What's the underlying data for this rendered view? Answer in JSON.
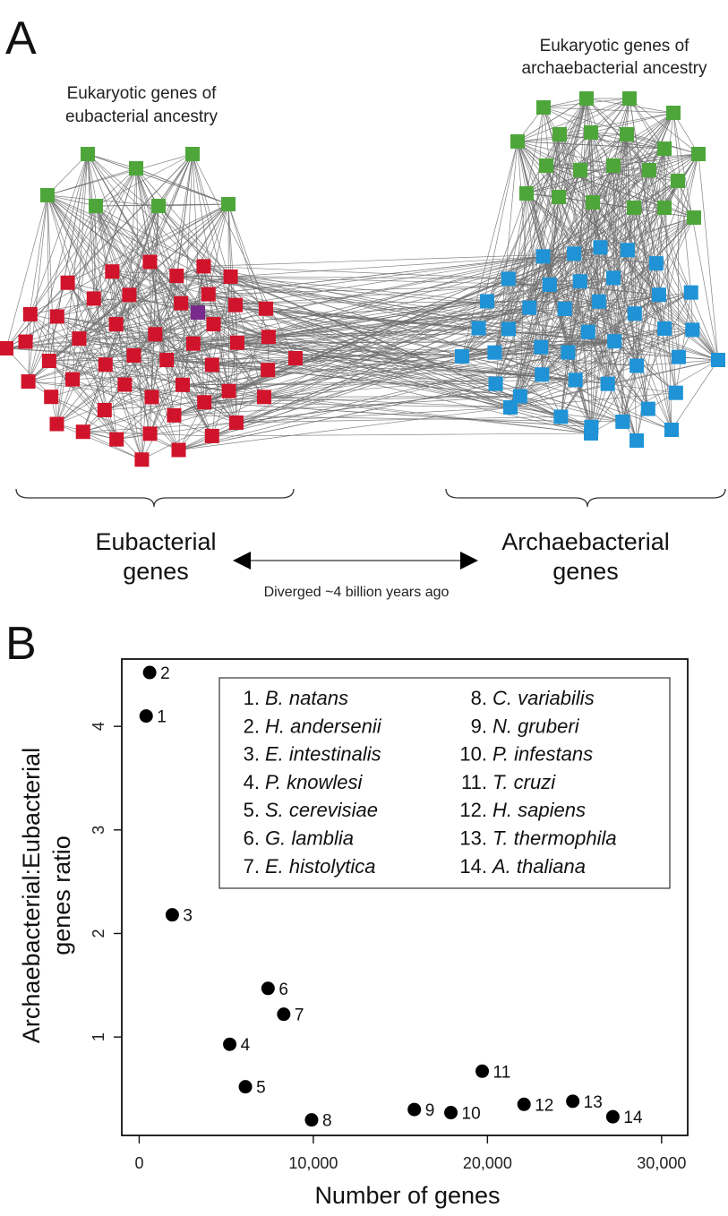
{
  "colors": {
    "edge": "#6e6e6e",
    "eubacterial_node": "#d0142b",
    "eubacterial_euk_node": "#4ea63a",
    "archaeal_node": "#1f93d6",
    "archaeal_euk_node": "#4ea63a",
    "special_node": "#7a2a8c",
    "point": "#000000"
  },
  "panel_a": {
    "letter": "A",
    "left_cluster_title": [
      "Eukaryotic genes of",
      "eubacterial ancestry"
    ],
    "right_cluster_title": [
      "Eukaryotic genes of",
      "archaebacterial ancestry"
    ],
    "left_group_label": [
      "Eubacterial",
      "genes"
    ],
    "right_group_label": [
      "Archaebacterial",
      "genes"
    ],
    "arrow_caption": "Diverged ~4 billion years ago"
  },
  "panel_b": {
    "letter": "B"
  },
  "chart_data": {
    "type": "scatter",
    "title": "",
    "xlabel": "Number of genes",
    "ylabel": "Archaebacterial:Eubacterial genes ratio",
    "ylabel_lines": [
      "Archaebacterial:Eubacterial",
      "genes ratio"
    ],
    "xlim": [
      -1000,
      31500
    ],
    "ylim": [
      0.05,
      4.65
    ],
    "xticks": [
      0,
      10000,
      20000,
      30000
    ],
    "xtick_labels": [
      "0",
      "10,000",
      "20,000",
      "30,000"
    ],
    "yticks": [
      1,
      2,
      3,
      4
    ],
    "ytick_labels": [
      "1",
      "2",
      "3",
      "4"
    ],
    "grid": false,
    "legend_position": "top-right",
    "points": [
      {
        "id": "1",
        "x": 400,
        "y": 4.1
      },
      {
        "id": "2",
        "x": 600,
        "y": 4.52
      },
      {
        "id": "3",
        "x": 1900,
        "y": 2.18
      },
      {
        "id": "4",
        "x": 5200,
        "y": 0.93
      },
      {
        "id": "5",
        "x": 6100,
        "y": 0.52
      },
      {
        "id": "6",
        "x": 7400,
        "y": 1.47
      },
      {
        "id": "7",
        "x": 8300,
        "y": 1.22
      },
      {
        "id": "8",
        "x": 9900,
        "y": 0.2
      },
      {
        "id": "9",
        "x": 15800,
        "y": 0.3
      },
      {
        "id": "10",
        "x": 17900,
        "y": 0.27
      },
      {
        "id": "11",
        "x": 19700,
        "y": 0.67
      },
      {
        "id": "12",
        "x": 22100,
        "y": 0.35
      },
      {
        "id": "13",
        "x": 24900,
        "y": 0.38
      },
      {
        "id": "14",
        "x": 27200,
        "y": 0.23
      }
    ],
    "legend": [
      {
        "num": "1.",
        "name": "B. natans"
      },
      {
        "num": "2.",
        "name": "H. andersenii"
      },
      {
        "num": "3.",
        "name": "E. intestinalis"
      },
      {
        "num": "4.",
        "name": "P. knowlesi"
      },
      {
        "num": "5.",
        "name": "S. cerevisiae"
      },
      {
        "num": "6.",
        "name": "G. lamblia"
      },
      {
        "num": "7.",
        "name": "E. histolytica"
      },
      {
        "num": "8.",
        "name": "C. variabilis"
      },
      {
        "num": "9.",
        "name": "N. gruberi"
      },
      {
        "num": "10.",
        "name": "P. infestans"
      },
      {
        "num": "11.",
        "name": "T. cruzi"
      },
      {
        "num": "12.",
        "name": "H. sapiens"
      },
      {
        "num": "13.",
        "name": "T. thermophila"
      },
      {
        "num": "14.",
        "name": "A. thaliana"
      }
    ]
  }
}
